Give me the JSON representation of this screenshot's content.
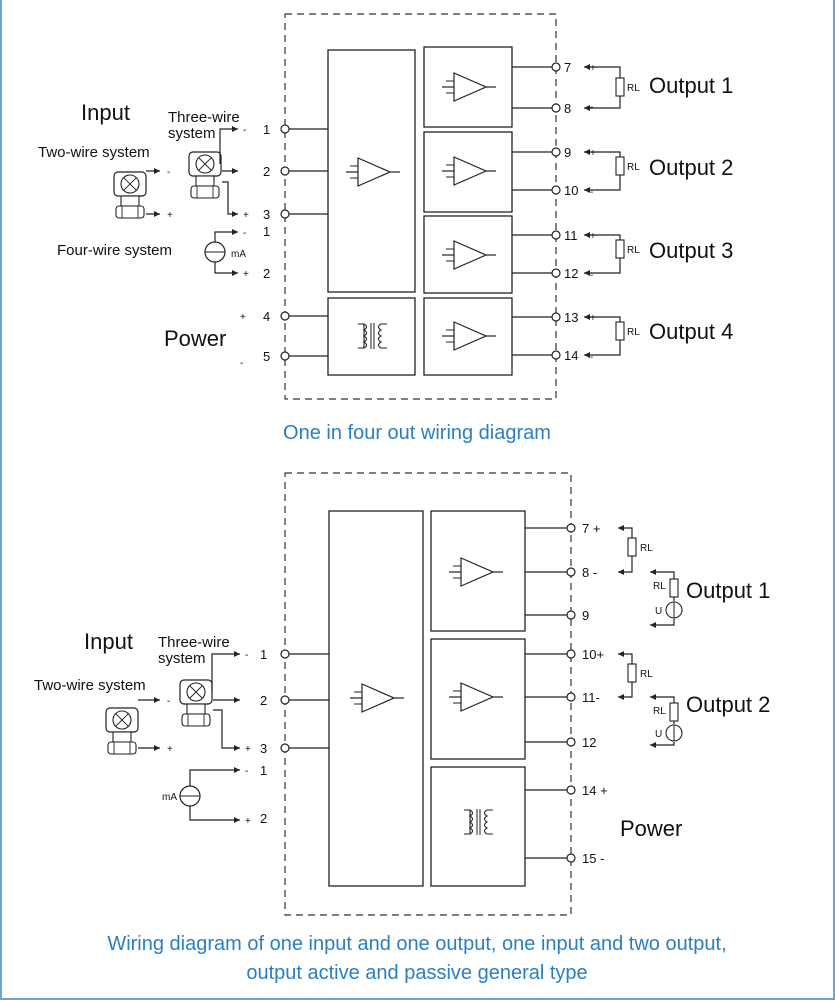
{
  "diagram1": {
    "input_label": "Input",
    "three_wire_label": "Three-wire\nsystem",
    "two_wire_label": "Two-wire system",
    "four_wire_label": "Four-wire system",
    "ma_label": "mA",
    "power_label": "Power",
    "rl_label": "RL",
    "outputs": [
      "Output 1",
      "Output 2",
      "Output 3",
      "Output 4"
    ],
    "left_terminals": [
      "1",
      "2",
      "3",
      "1",
      "2",
      "4",
      "5"
    ],
    "right_terminals": [
      "7",
      "8",
      "9",
      "10",
      "11",
      "12",
      "13",
      "14"
    ],
    "caption": "One in four out wiring diagram"
  },
  "diagram2": {
    "input_label": "Input",
    "three_wire_label": "Three-wire\nsystem",
    "two_wire_label": "Two-wire system",
    "ma_label": "mA",
    "power_label": "Power",
    "rl_label": "RL",
    "u_label": "U",
    "outputs": [
      "Output 1",
      "Output 2"
    ],
    "left_terminals": [
      "1",
      "2",
      "3",
      "1",
      "2"
    ],
    "right_terminals": [
      "7 +",
      "8 -",
      "9",
      "10+",
      "11-",
      "12",
      "14 +",
      "15 -"
    ],
    "caption_line1": "Wiring diagram of one input and one output, one input and two output,",
    "caption_line2": "output active and passive general type"
  }
}
